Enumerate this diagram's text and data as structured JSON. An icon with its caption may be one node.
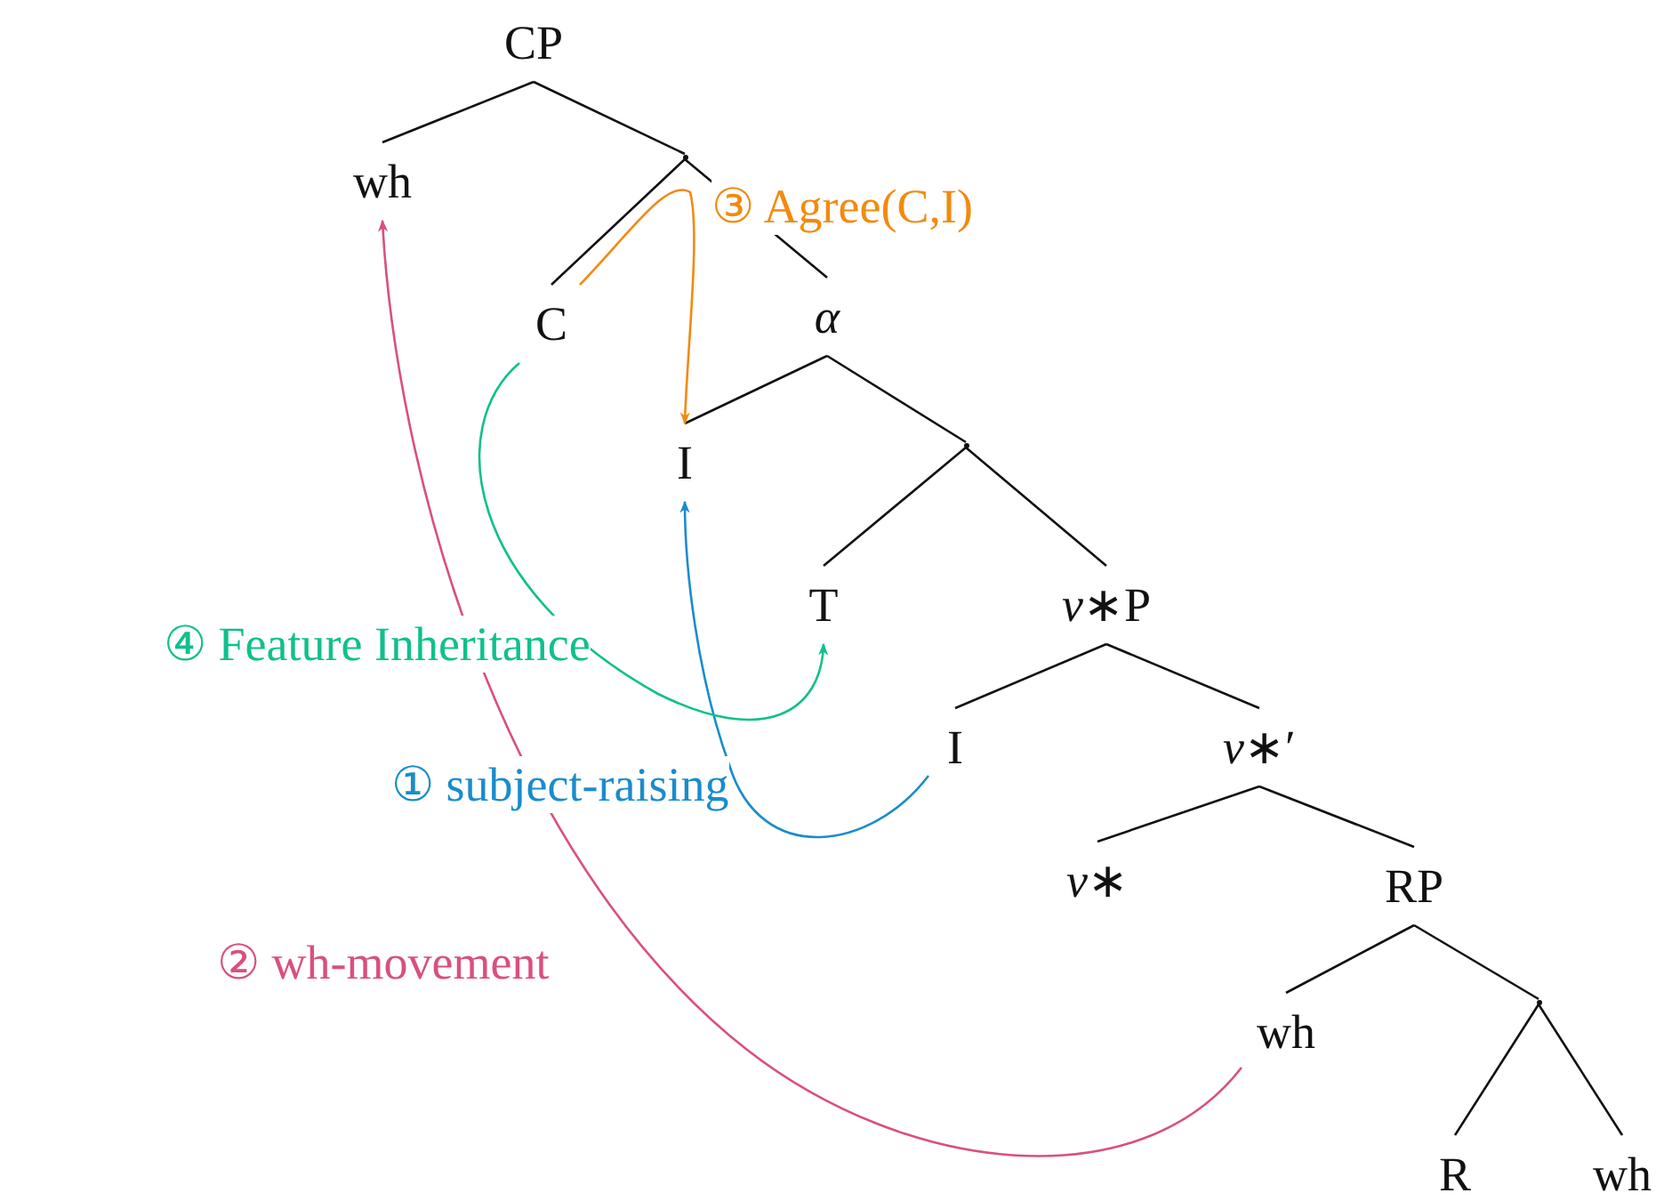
{
  "diagram": {
    "nodes": [
      {
        "text": [
          "CP"
        ]
      },
      {
        "text": [
          "wh"
        ]
      },
      {
        "text": [],
        "shape": "point"
      },
      {
        "text": [
          "C"
        ]
      },
      {
        "text": [
          "α"
        ]
      },
      {
        "text": [
          "I"
        ]
      },
      {
        "text": [],
        "shape": "point"
      },
      {
        "text": [
          "T"
        ]
      },
      {
        "text": [
          "*v*∗P"
        ]
      },
      {
        "text": [
          "I"
        ]
      },
      {
        "text": [
          "*v*∗′"
        ]
      },
      {
        "text": [
          "*v*∗"
        ]
      },
      {
        "text": [
          "RP"
        ]
      },
      {
        "text": [
          "wh"
        ]
      },
      {
        "text": [],
        "shape": "point"
      },
      {
        "text": [
          "R"
        ]
      },
      {
        "text": [
          "wh"
        ]
      }
    ],
    "edges": [
      {
        "from": 0,
        "to": 1,
        "arrow": "none"
      },
      {
        "from": 0,
        "to": 2,
        "arrow": "none"
      },
      {
        "from": 2,
        "to": 3,
        "arrow": "none"
      },
      {
        "from": 2,
        "to": 4,
        "arrow": "none"
      },
      {
        "from": 4,
        "to": 5,
        "arrow": "none"
      },
      {
        "from": 4,
        "to": 6,
        "arrow": "none"
      },
      {
        "from": 6,
        "to": 7,
        "arrow": "none"
      },
      {
        "from": 6,
        "to": 8,
        "arrow": "none"
      },
      {
        "from": 8,
        "to": 9,
        "arrow": "none"
      },
      {
        "from": 8,
        "to": 10,
        "arrow": "none"
      },
      {
        "from": 10,
        "to": 11,
        "arrow": "none"
      },
      {
        "from": 10,
        "to": 12,
        "arrow": "none"
      },
      {
        "from": 12,
        "to": 13,
        "arrow": "none"
      },
      {
        "from": 12,
        "to": 14,
        "arrow": "none"
      },
      {
        "from": 14,
        "to": 15,
        "arrow": "none"
      },
      {
        "from": 14,
        "to": 16,
        "arrow": "none"
      },
      {
        "from": 9,
        "to": 5,
        "arrow": "to",
        "label": "① subject-raising",
        "color": "#1a8ccc"
      },
      {
        "from": 13,
        "to": 1,
        "arrow": "to",
        "label": "② wh-movement",
        "color": "#d9507d"
      },
      {
        "from": 3,
        "to": 5,
        "arrow": "to",
        "label": "③ Agree(C,I)",
        "color": "#f28a10"
      },
      {
        "from": 3,
        "to": 7,
        "arrow": "to",
        "label": "④ Feature Inheritance",
        "color": "#10c08c"
      }
    ]
  }
}
